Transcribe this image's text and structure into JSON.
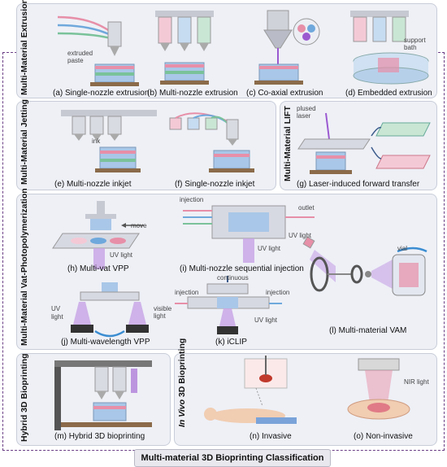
{
  "title": "Multi-material 3D Bioprinting Classification",
  "sections": {
    "extrusion": {
      "label": "Multi-Material Extrusion",
      "captions": [
        "(a) Single-nozzle extrusion",
        "(b) Multi-nozzle extrusion",
        "(c) Co-axial extrusion",
        "(d) Embedded extrusion"
      ],
      "notes": {
        "extruded_paste": "extruded\npaste",
        "support_bath": "support\nbath"
      }
    },
    "jetting": {
      "label": "Multi-Material Jetting",
      "captions": [
        "(e) Multi-nozzle inkjet",
        "(f) Single-nozzle inkjet"
      ],
      "notes": {
        "ink": "ink"
      }
    },
    "lift": {
      "label": "Multi-Material LIFT",
      "captions": [
        "(g) Laser-induced forward transfer"
      ],
      "notes": {
        "pulsed_laser": "plused\nlaser"
      }
    },
    "vat": {
      "label": "Multi-Material Vat-Photopolymerization",
      "captions": [
        "(h) Multi-vat VPP",
        "(i) Multi-nozzle sequential injection",
        "(j) Multi-wavelength VPP",
        "(k) iCLIP",
        "(l) Multi-material VAM"
      ],
      "notes": {
        "move": "move",
        "uv_light": "UV light",
        "injection": "injection",
        "outlet": "outlet",
        "uv": "UV",
        "light": "light",
        "visible_light": "visible\nlight",
        "continuous": "continuous",
        "vial": "vial"
      }
    },
    "hybrid": {
      "label": "Hybrid 3D Bioprinting",
      "captions": [
        "(m) Hybrid 3D bioprinting"
      ]
    },
    "invivo": {
      "label_italic": "In Vivo",
      "label_rest": " 3D Bioprinting",
      "captions": [
        "(n) Invasive",
        "(o) Non-invasive"
      ],
      "notes": {
        "nir_light": "NIR light"
      }
    }
  },
  "colors": {
    "pink": "#e78fa8",
    "blue": "#6fa8dc",
    "green": "#7ac29a",
    "purple": "#9b59d0",
    "dash": "#6b3f86",
    "panel": "#eef0f6"
  }
}
